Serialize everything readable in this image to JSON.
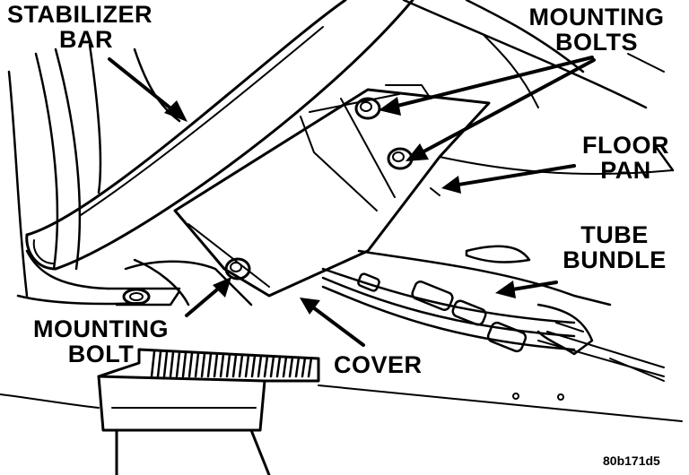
{
  "labels": {
    "stabilizer_bar": [
      "STABILIZER",
      "BAR"
    ],
    "mounting_bolts": [
      "MOUNTING",
      "BOLTS"
    ],
    "floor_pan": [
      "FLOOR",
      "PAN"
    ],
    "tube_bundle": [
      "TUBE",
      "BUNDLE"
    ],
    "mounting_bolt": [
      "MOUNTING",
      "BOLT"
    ],
    "cover": "COVER"
  },
  "figure_id": "80b171d5",
  "colors": {
    "ink": "#000000",
    "paper": "#ffffff"
  }
}
